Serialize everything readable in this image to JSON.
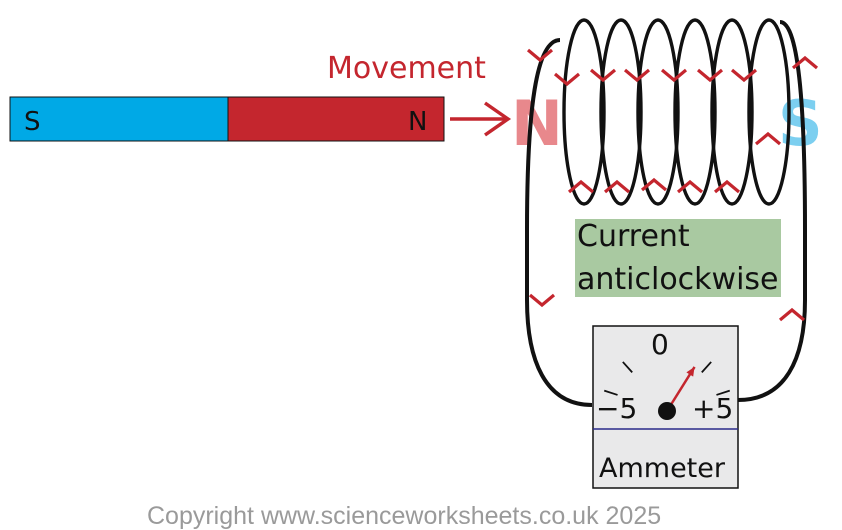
{
  "title": "",
  "magnet": {
    "left_pole": "S",
    "right_pole": "N",
    "left_color": "#00a9e6",
    "right_color": "#c4262e"
  },
  "motion": {
    "label": "Movement",
    "color": "#c4262e"
  },
  "coil": {
    "near_pole": "N",
    "far_pole": "S",
    "near_pole_color": "#e8888c",
    "far_pole_color": "#7ccff0"
  },
  "current": {
    "line1": "Current",
    "line2": "anticlockwise",
    "background": "#a9c9a1"
  },
  "ammeter": {
    "label": "Ammeter",
    "scale_min": "−5",
    "scale_mid": "0",
    "scale_max": "+5",
    "reading": 2
  },
  "footer": {
    "copyright": "Copyright www.scienceworksheets.co.uk 2025"
  }
}
